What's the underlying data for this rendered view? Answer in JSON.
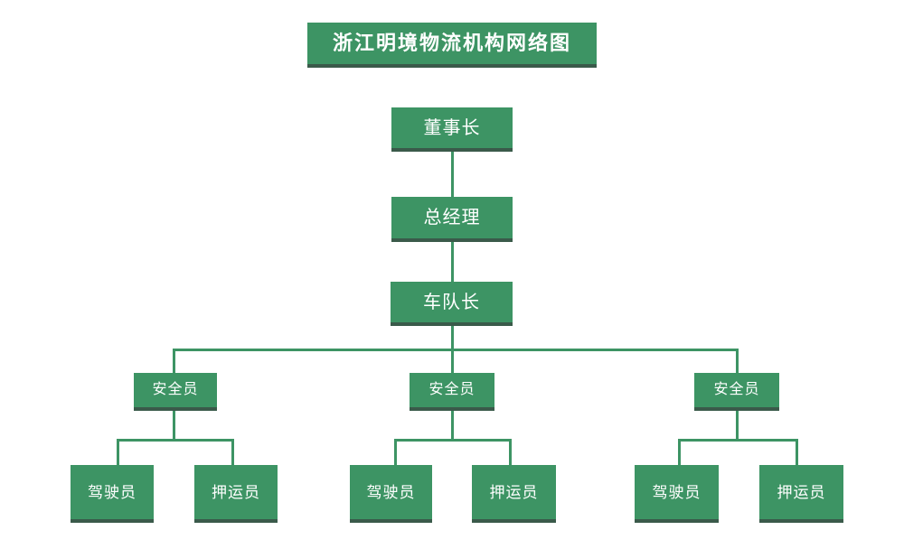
{
  "title": "浙江明境物流机构网络图",
  "colors": {
    "box": "#3d9464",
    "box_shadow": "#3a5a4a",
    "line": "#3d9464",
    "text": "#ffffff",
    "background": "#ffffff"
  },
  "nodes": {
    "chairman": "董事长",
    "general_manager": "总经理",
    "fleet_captain": "车队长",
    "groups": [
      {
        "lead": "安全员",
        "members": [
          "驾驶员",
          "押运员"
        ]
      },
      {
        "lead": "安全员",
        "members": [
          "驾驶员",
          "押运员"
        ]
      },
      {
        "lead": "安全员",
        "members": [
          "驾驶员",
          "押运员"
        ]
      }
    ]
  }
}
